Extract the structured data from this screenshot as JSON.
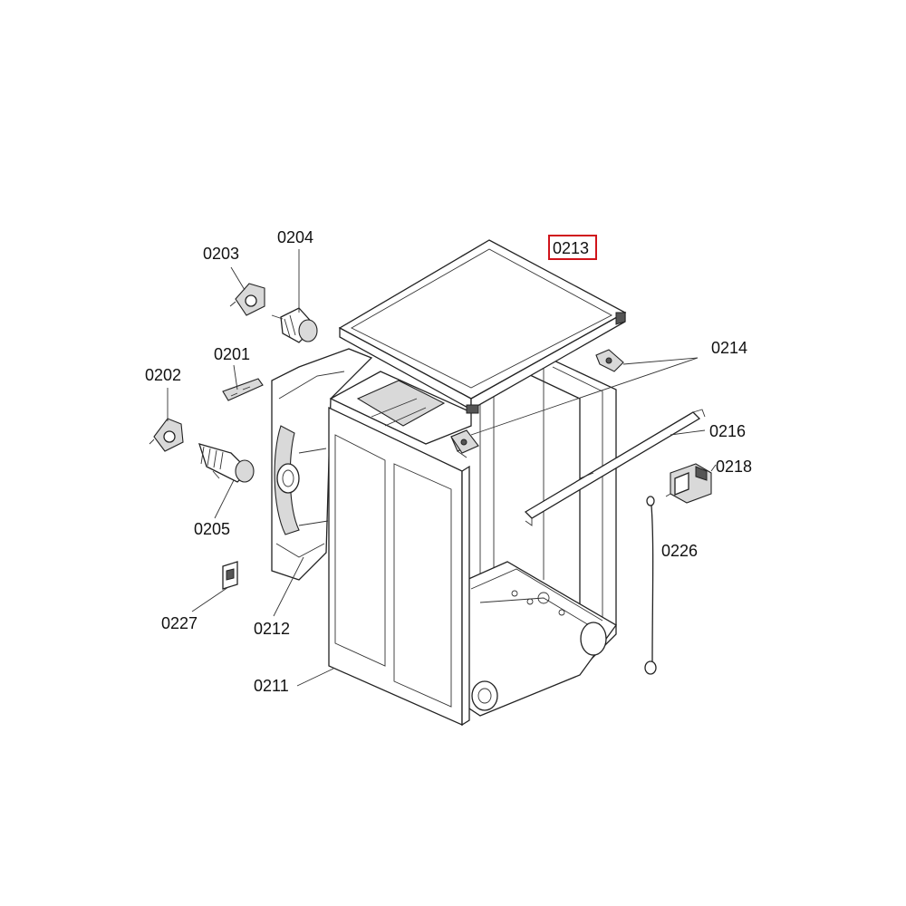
{
  "labels": {
    "p0201": "0201",
    "p0202": "0202",
    "p0203": "0203",
    "p0204": "0204",
    "p0205": "0205",
    "p0211": "0211",
    "p0212": "0212",
    "p0213": "0213",
    "p0214": "0214",
    "p0216": "0216",
    "p0218": "0218",
    "p0226": "0226",
    "p0227": "0227"
  },
  "highlight": {
    "part": "0213",
    "color": "#d0141b"
  }
}
